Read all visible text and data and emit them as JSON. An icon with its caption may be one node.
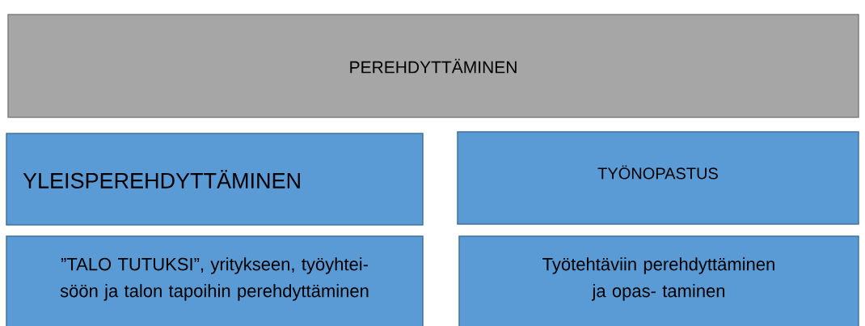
{
  "diagram": {
    "nodes": [
      {
        "text": [
          "PEREHDYTTÄMINEN"
        ]
      },
      {
        "text": [
          "YLEISPEREHDYTTÄMINEN"
        ]
      },
      {
        "text": [
          "TYÖNOPASTUS"
        ]
      },
      {
        "text": [
          "”TALO TUTUKSI”, yritykseen, työyhtei- söön ja talon tapoihin perehdyttäminen"
        ]
      },
      {
        "text": [
          "Työtehtäviin perehdyttäminen ja opas- taminen"
        ]
      }
    ]
  }
}
